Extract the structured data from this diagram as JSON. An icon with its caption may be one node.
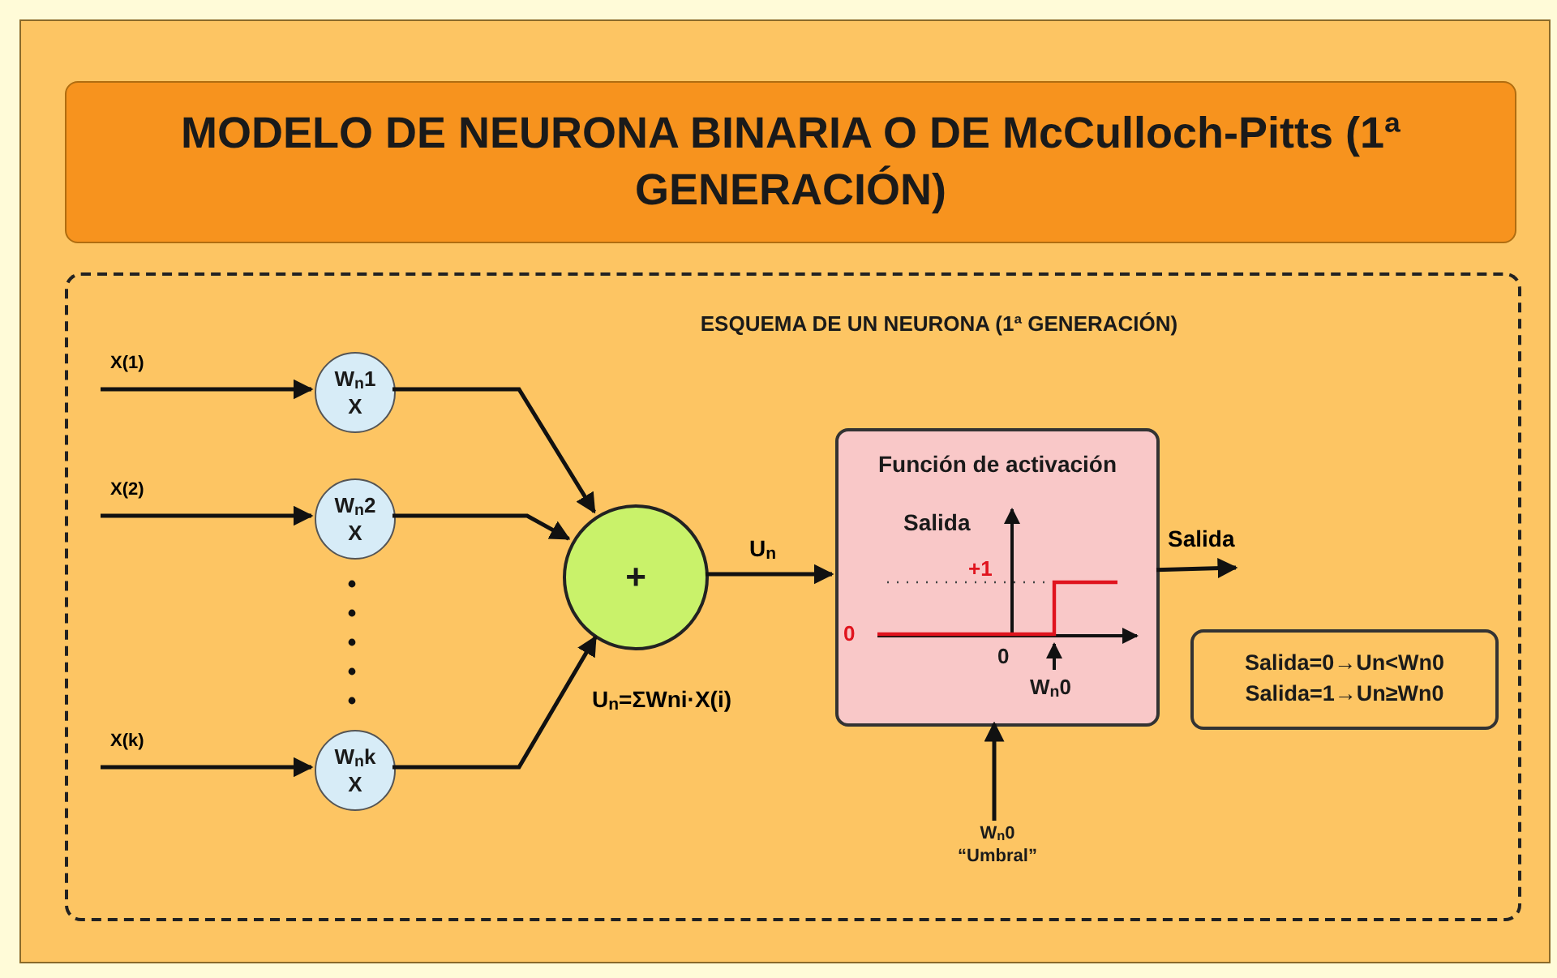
{
  "diagram": {
    "title": "MODELO DE NEURONA BINARIA O DE McCulloch-Pitts (1ª GENERACIÓN)",
    "nodes": [
      {
        "text": [
          "ESQUEMA DE UN NEURONA (1ª GENERACIÓN)"
        ]
      },
      {
        "text": [
          "W$_{n}$1",
          "X"
        ],
        "in": 0
      },
      {
        "text": [
          "W$_{n}$2",
          "X"
        ],
        "in": 0
      },
      {
        "text": [
          "W$_{n}$k",
          "X"
        ],
        "in": 0
      },
      {
        "text": [
          "+"
        ],
        "beside": [
          "U$_{n}$=ΣWni·X(i)"
        ],
        "in": 0
      },
      {
        "text": [
          "Función de activación"
        ],
        "in": 0
      },
      {
        "text": [
          "Salida=0→Un<Wn0",
          "Salida=1→Un≥Wn0"
        ],
        "in": 0
      },
      {
        "text": [
          "W$_{n}$0",
          "“Umbral”"
        ],
        "in": 0
      }
    ],
    "edges": [
      {
        "from": null,
        "to": 1,
        "arrow": "to",
        "label": "X(1)"
      },
      {
        "from": null,
        "to": 2,
        "arrow": "to",
        "label": "X(2)"
      },
      {
        "from": null,
        "to": 3,
        "arrow": "to",
        "label": "X(k)"
      },
      {
        "from": 1,
        "to": 4,
        "arrow": "to"
      },
      {
        "from": 2,
        "to": 4,
        "arrow": "to"
      },
      {
        "from": 3,
        "to": 4,
        "arrow": "to"
      },
      {
        "from": 4,
        "to": 5,
        "arrow": "to",
        "label": "U$_{n}$"
      },
      {
        "from": 5,
        "to": null,
        "arrow": "to",
        "label": "Salida"
      },
      {
        "from": 7,
        "to": 5,
        "arrow": "to"
      }
    ],
    "labels": [
      "Salida",
      "+1",
      "0",
      "0",
      "W$_{n}$0"
    ]
  }
}
